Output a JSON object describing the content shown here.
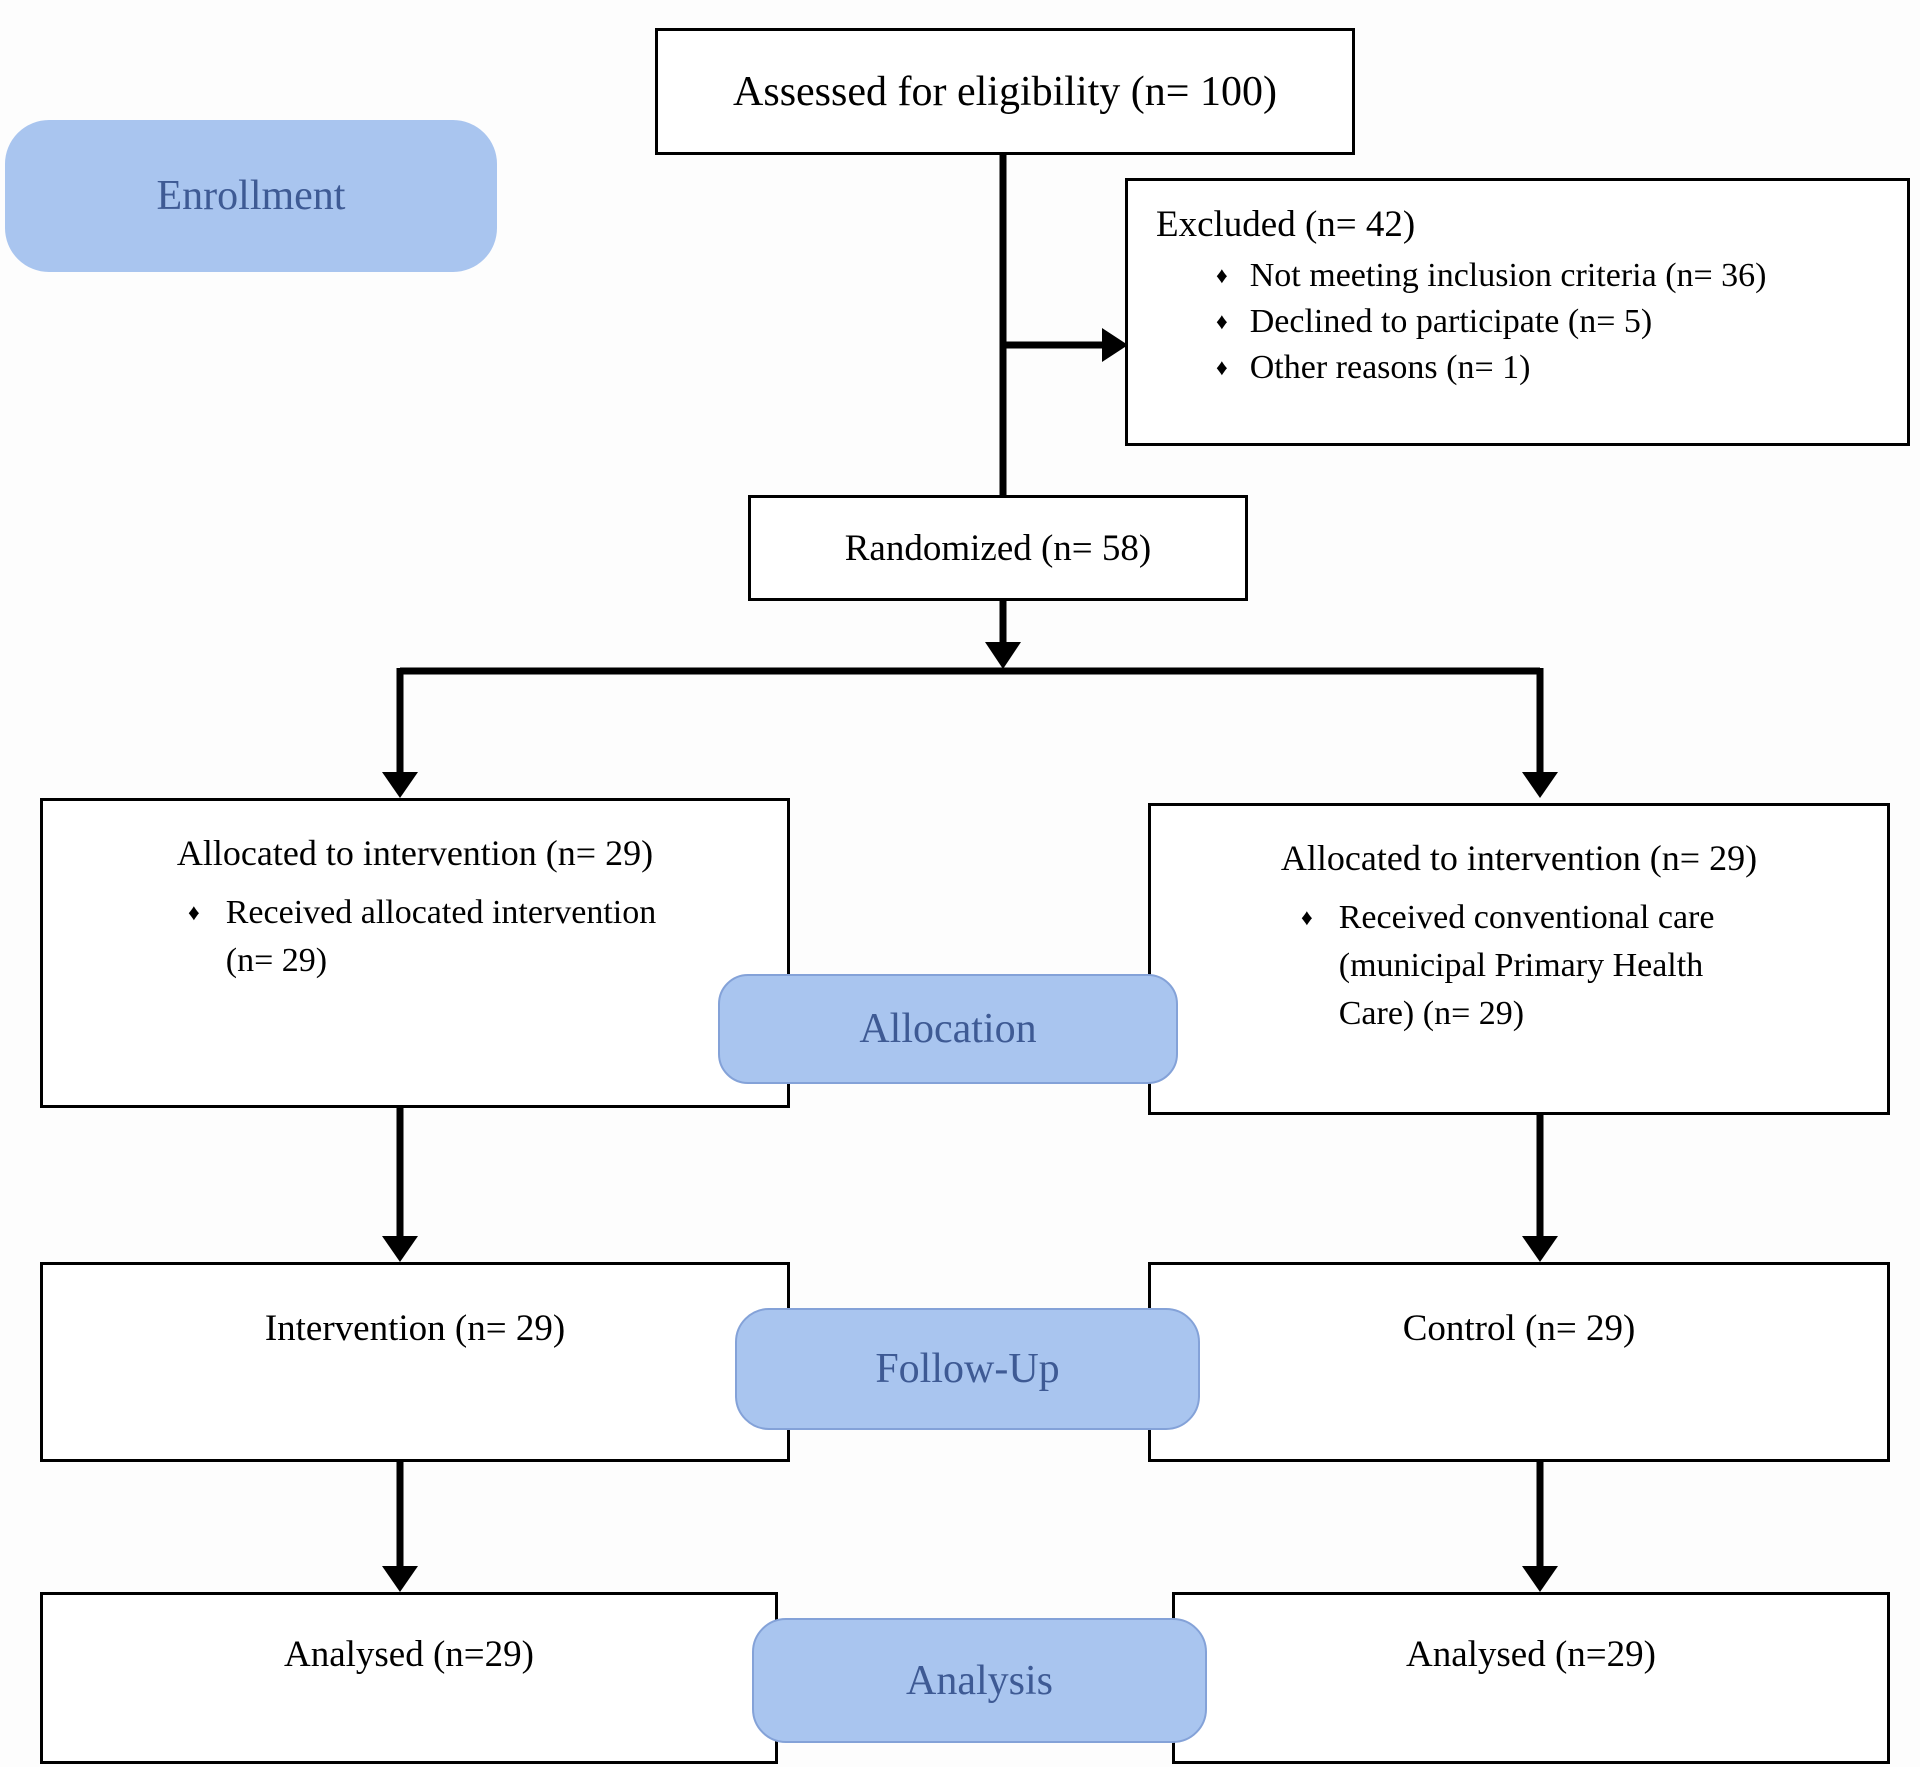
{
  "bullet_char": "♦",
  "colors": {
    "stage_fill": "#a9c5ef",
    "stage_border": "#84a2d8",
    "stage_text": "#3e5a94",
    "box_fill": "#ffffff",
    "box_border": "#000000",
    "arrow": "#000000",
    "text": "#000000",
    "background": "#fdfdfd"
  },
  "stages": {
    "enrollment": "Enrollment",
    "allocation": "Allocation",
    "followup": "Follow-Up",
    "analysis": "Analysis"
  },
  "boxes": {
    "assessed": {
      "text": "Assessed for eligibility (n= 100)"
    },
    "excluded": {
      "title": "Excluded (n= 42)",
      "items": [
        "Not meeting inclusion criteria (n= 36)",
        "Declined to participate (n= 5)",
        "Other reasons (n= 1)"
      ]
    },
    "randomized": {
      "text": "Randomized (n= 58)"
    },
    "allocation_left": {
      "title": "Allocated to intervention (n= 29)",
      "items": [
        "Received allocated intervention (n= 29)"
      ]
    },
    "allocation_right": {
      "title": "Allocated to intervention (n= 29)",
      "items": [
        "Received conventional care (municipal Primary Health Care) (n= 29)"
      ]
    },
    "followup_left": {
      "text": "Intervention (n= 29)"
    },
    "followup_right": {
      "text": "Control (n= 29)"
    },
    "analysis_left": {
      "text": "Analysed  (n=29)"
    },
    "analysis_right": {
      "text": "Analysed  (n=29)"
    }
  }
}
